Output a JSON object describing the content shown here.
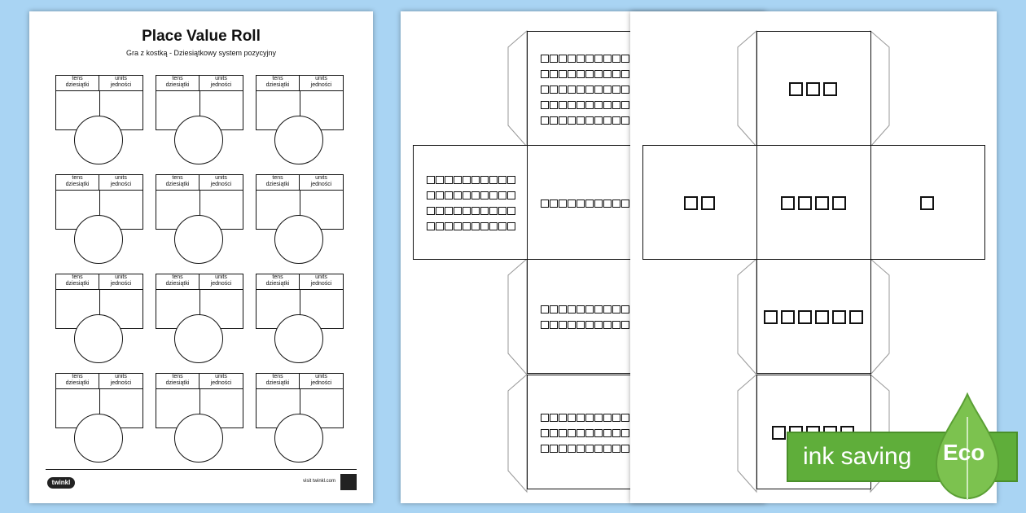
{
  "sheet1": {
    "title": "Place Value Roll",
    "subtitle": "Gra z kostką - Dziesiątkowy system pozycyjny",
    "tile": {
      "tens_en": "tens",
      "tens_pl": "dziesiątki",
      "units_en": "units",
      "units_pl": "jedności"
    },
    "footer": {
      "logo": "twinkl",
      "visit": "visit twinkl.com",
      "badge_icon": "quality-badge-icon"
    }
  },
  "dice": {
    "left_net_faces": [
      {
        "name": "top",
        "rows": [
          10,
          10,
          10,
          10,
          10
        ]
      },
      {
        "name": "left",
        "rows": [
          10,
          10,
          10,
          10
        ]
      },
      {
        "name": "center",
        "rows": [
          10
        ]
      },
      {
        "name": "mid",
        "rows": [
          10,
          10
        ]
      },
      {
        "name": "bottom",
        "rows": [
          10,
          10,
          10
        ]
      }
    ],
    "right_net_faces": [
      {
        "name": "top",
        "count": 3
      },
      {
        "name": "left",
        "count": 2
      },
      {
        "name": "center",
        "count": 4
      },
      {
        "name": "right",
        "count": 1
      },
      {
        "name": "mid",
        "count": 6
      },
      {
        "name": "bottom",
        "count": 5
      }
    ]
  },
  "eco": {
    "banner_text": "ink saving",
    "badge_text": "Eco",
    "accent": "#5fae3a"
  }
}
